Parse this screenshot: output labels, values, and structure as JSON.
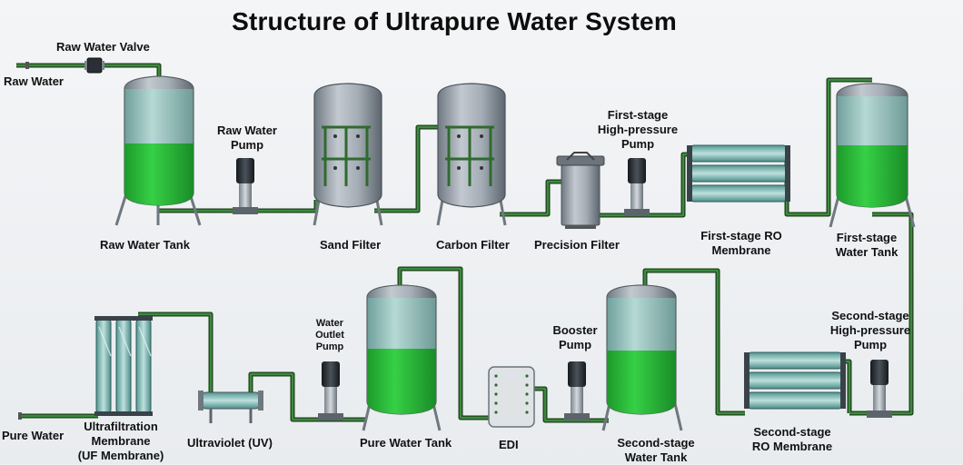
{
  "title": "Structure of Ultrapure Water System",
  "labels": {
    "raw_water_valve": "Raw Water Valve",
    "raw_water": "Raw Water",
    "raw_water_pump": [
      "Raw Water",
      "Pump"
    ],
    "raw_water_tank": "Raw Water Tank",
    "sand_filter": "Sand Filter",
    "carbon_filter": "Carbon Filter",
    "precision_filter": "Precision Filter",
    "first_stage_hp_pump": [
      "First-stage",
      "High-pressure",
      "Pump"
    ],
    "first_stage_ro": [
      "First-stage RO",
      "Membrane"
    ],
    "first_stage_tank": [
      "First-stage",
      "Water Tank"
    ],
    "second_stage_hp_pump": [
      "Second-stage",
      "High-pressure",
      "Pump"
    ],
    "second_stage_ro": [
      "Second-stage",
      "RO Membrane"
    ],
    "second_stage_tank": [
      "Second-stage",
      "Water Tank"
    ],
    "booster_pump": [
      "Booster",
      "Pump"
    ],
    "edi": "EDI",
    "pure_water_tank": "Pure Water Tank",
    "water_outlet_pump": [
      "Water",
      "Outlet",
      "Pump"
    ],
    "ultraviolet": "Ultraviolet (UV)",
    "uf_membrane": [
      "Ultrafiltration",
      "Membrane",
      "(UF Membrane)"
    ],
    "pure_water": "Pure Water"
  },
  "colors": {
    "pipe": "#2e6b2e",
    "pipe_dark": "#1c3f1c",
    "water": "#2dbb3c",
    "tank_glass": "#9dc7c3",
    "steel": "#9aa3ad",
    "pump": "#2a2f35",
    "membrane": "#6fb6b1"
  }
}
